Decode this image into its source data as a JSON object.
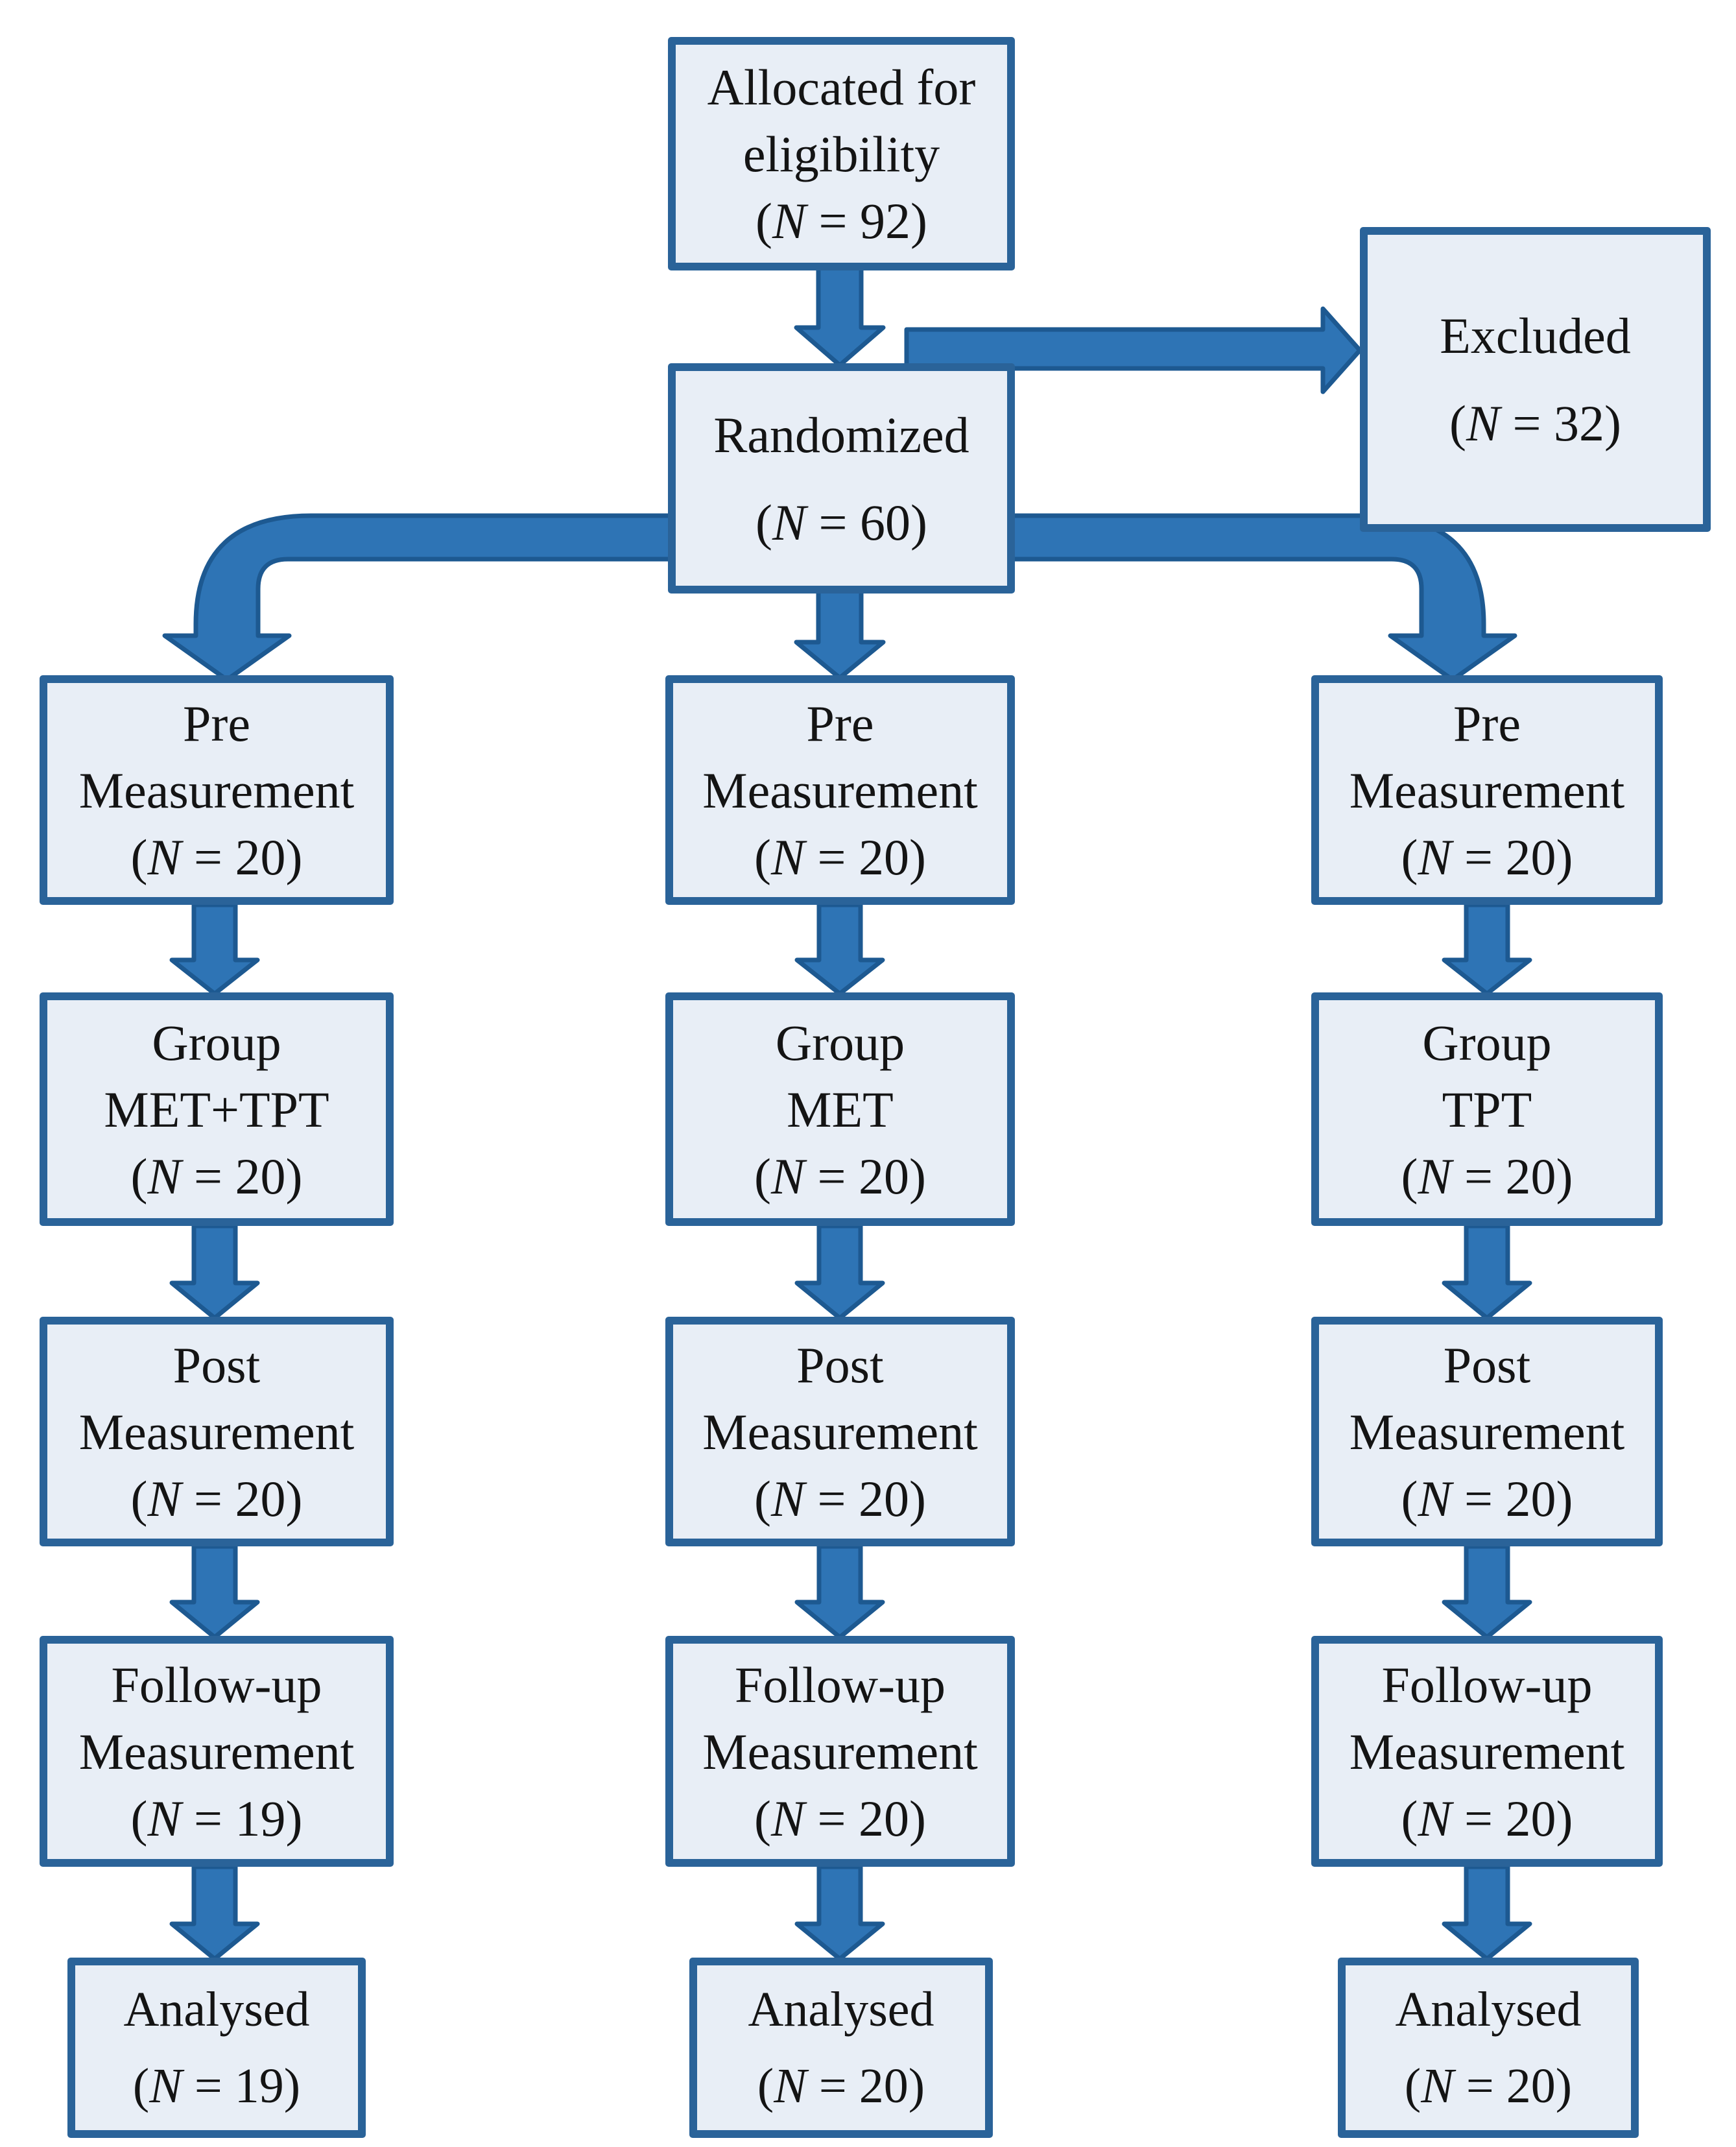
{
  "diagram": {
    "background": "#ffffff",
    "palette": {
      "box_fill": "#e8eef6",
      "box_border": "#2a6399",
      "arrow_fill": "#2e74b5",
      "arrow_outline": "#1d5991",
      "text_color": "#141414"
    },
    "allocated": {
      "line1": "Allocated for",
      "line2": "eligibility",
      "n": "(N = 92)"
    },
    "excluded": {
      "line1": "Excluded",
      "n": "(N = 32)"
    },
    "randomized": {
      "line1": "Randomized",
      "n": "(N = 60)"
    },
    "columns": [
      {
        "group_name": "MET+TPT",
        "pre": {
          "line1": "Pre",
          "line2": "Measurement",
          "n": "(N = 20)"
        },
        "group": {
          "line1": "Group",
          "line2": "MET+TPT",
          "n": "(N = 20)"
        },
        "post": {
          "line1": "Post",
          "line2": "Measurement",
          "n": "(N = 20)"
        },
        "followup": {
          "line1": "Follow-up",
          "line2": "Measurement",
          "n": "(N = 19)"
        },
        "analysed": {
          "line1": "Analysed",
          "n": "(N = 19)"
        }
      },
      {
        "group_name": "MET",
        "pre": {
          "line1": "Pre",
          "line2": "Measurement",
          "n": "(N = 20)"
        },
        "group": {
          "line1": "Group",
          "line2": "MET",
          "n": "(N = 20)"
        },
        "post": {
          "line1": "Post",
          "line2": "Measurement",
          "n": "(N = 20)"
        },
        "followup": {
          "line1": "Follow-up",
          "line2": "Measurement",
          "n": "(N = 20)"
        },
        "analysed": {
          "line1": "Analysed",
          "n": "(N = 20)"
        }
      },
      {
        "group_name": "TPT",
        "pre": {
          "line1": "Pre",
          "line2": "Measurement",
          "n": "(N = 20)"
        },
        "group": {
          "line1": "Group",
          "line2": "TPT",
          "n": "(N = 20)"
        },
        "post": {
          "line1": "Post",
          "line2": "Measurement",
          "n": "(N = 20)"
        },
        "followup": {
          "line1": "Follow-up",
          "line2": "Measurement",
          "n": "(N = 20)"
        },
        "analysed": {
          "line1": "Analysed",
          "n": "(N = 20)"
        }
      }
    ],
    "edges": [
      {
        "from": "allocated",
        "to": "randomized"
      },
      {
        "from": "allocated",
        "to": "excluded"
      },
      {
        "from": "randomized",
        "to": "pre-measurement-met-tpt"
      },
      {
        "from": "randomized",
        "to": "pre-measurement-met"
      },
      {
        "from": "randomized",
        "to": "pre-measurement-tpt"
      },
      {
        "from": "pre-measurement-met-tpt",
        "to": "group-met-tpt"
      },
      {
        "from": "group-met-tpt",
        "to": "post-measurement-met-tpt"
      },
      {
        "from": "post-measurement-met-tpt",
        "to": "followup-measurement-met-tpt"
      },
      {
        "from": "followup-measurement-met-tpt",
        "to": "analysed-met-tpt"
      },
      {
        "from": "pre-measurement-met",
        "to": "group-met"
      },
      {
        "from": "group-met",
        "to": "post-measurement-met"
      },
      {
        "from": "post-measurement-met",
        "to": "followup-measurement-met"
      },
      {
        "from": "followup-measurement-met",
        "to": "analysed-met"
      },
      {
        "from": "pre-measurement-tpt",
        "to": "group-tpt"
      },
      {
        "from": "group-tpt",
        "to": "post-measurement-tpt"
      },
      {
        "from": "post-measurement-tpt",
        "to": "followup-measurement-tpt"
      },
      {
        "from": "followup-measurement-tpt",
        "to": "analysed-tpt"
      }
    ]
  }
}
